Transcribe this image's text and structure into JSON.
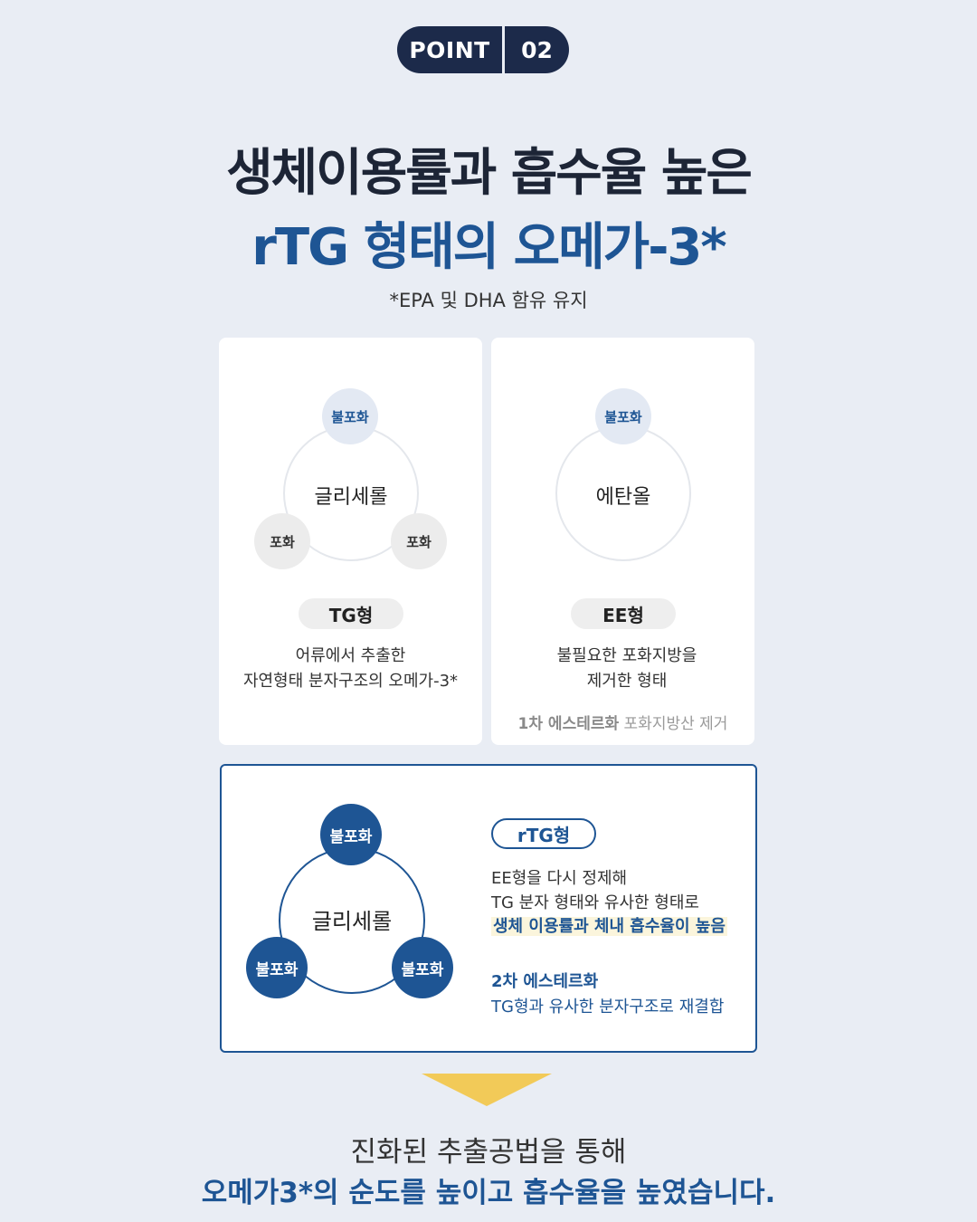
{
  "badge": {
    "label": "POINT",
    "number": "02"
  },
  "headline": {
    "line1": "생체이용률과 흡수율 높은",
    "line2": "rTG 형태의 오메가-3*"
  },
  "subnote": "*EPA 및 DHA 함유 유지",
  "tg_card": {
    "top_node": "불포화",
    "center": "글리세롤",
    "left_node": "포화",
    "right_node": "포화",
    "pill": "TG형",
    "desc_line1": "어류에서 추출한",
    "desc_line2": "자연형태 분자구조의 오메가-3*"
  },
  "ee_card": {
    "top_node": "불포화",
    "center": "에탄올",
    "pill": "EE형",
    "desc_line1": "불필요한 포화지방을",
    "desc_line2": "제거한 형태",
    "foot_bold": "1차 에스테르화",
    "foot_text": " 포화지방산 제거"
  },
  "rtg_card": {
    "top_node": "불포화",
    "center": "글리세롤",
    "left_node": "불포화",
    "right_node": "불포화",
    "pill": "rTG형",
    "line1": "EE형을 다시 정제해",
    "line2": "TG 분자 형태와 유사한 형태로",
    "highlight": "생체 이용률과 체내 흡수율이 높음",
    "step_title": "2차 에스테르화",
    "step_desc": "TG형과 유사한 분자구조로 재결합"
  },
  "outro": {
    "line1": "진화된 추출공법을 통해",
    "line2": "오메가3*의 순도를 높이고 흡수율을 높였습니다."
  },
  "colors": {
    "primary": "#1e5594",
    "dark": "#1c2a4a",
    "accent": "#f3c33c",
    "background": "#e9edf4"
  }
}
